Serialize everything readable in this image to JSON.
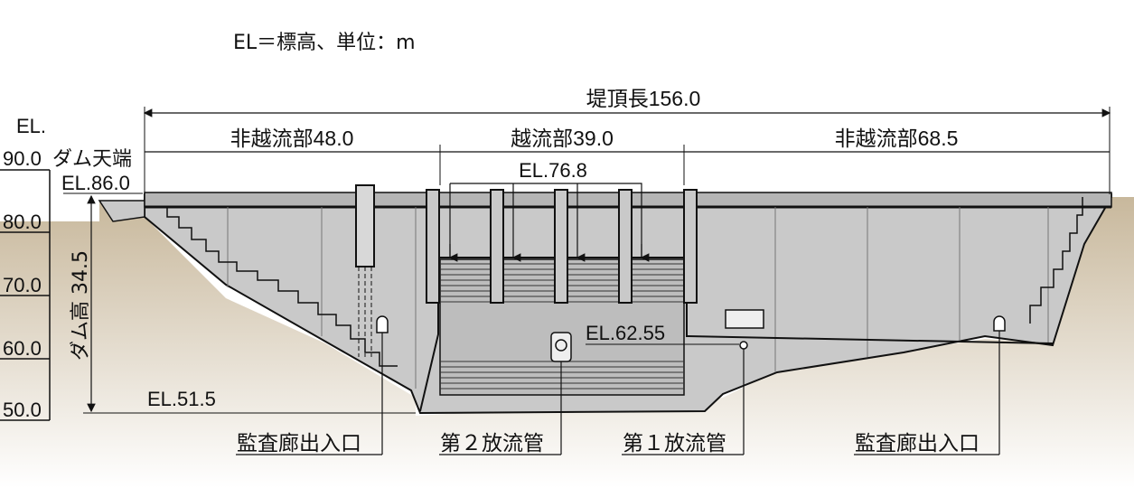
{
  "legend_note": "EL＝標高、単位：m",
  "crest_length": "堤頂長156.0",
  "sections": {
    "left": "非越流部48.0",
    "middle": "越流部39.0",
    "right": "非越流部68.5"
  },
  "el_top_label": "EL.",
  "el_top_value": "90.0",
  "dam_crest_label": "ダム天端",
  "el_crest": "EL.86.0",
  "el_spillway": "EL.76.8",
  "el_outlet": "EL.62.55",
  "el_base": "EL.51.5",
  "dam_height": "ダム高 34.5",
  "scale_ticks": [
    "80.0",
    "70.0",
    "60.0",
    "50.0"
  ],
  "callouts": {
    "inspection_left": "監査廊出入口",
    "outlet_2": "第２放流管",
    "outlet_1": "第１放流管",
    "inspection_right": "監査廊出入口"
  },
  "colors": {
    "concrete": "#c9c9c9",
    "ground_top": "#c8b89c",
    "ground_bottom": "#ffffff",
    "line": "#111111"
  }
}
